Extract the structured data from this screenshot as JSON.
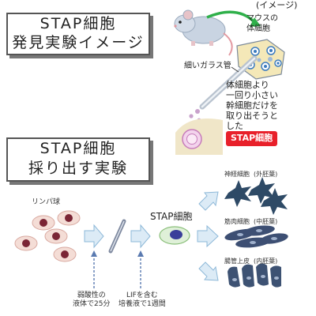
{
  "upper": {
    "title_line1": "STAP細胞",
    "title_line2": "発見実験イメージ",
    "image_caption": "(イメージ)",
    "mouse_body_cell_label": "マウスの\n体細胞",
    "glass_tube_label": "細いガラス管",
    "extraction_note": "体細胞より\n一回り小さい\n幹細胞だけを\n取り出そうと\nした",
    "stap_badge": "STAP細胞"
  },
  "lower": {
    "title_line1": "STAP細胞",
    "title_line2": "採り出す実験",
    "lymphocyte_label": "リンパ球",
    "stap_cell_label": "STAP細胞",
    "acid_step": "弱酸性の\n液体で25分",
    "lif_step": "LIFを含む\n培養液で1週間",
    "outcomes": [
      {
        "name": "神経細胞",
        "layer": "(外胚葉)"
      },
      {
        "name": "筋肉細胞",
        "layer": "(中胚葉)"
      },
      {
        "name": "腸管上皮",
        "layer": "(内胚葉)"
      }
    ]
  },
  "colors": {
    "stap_red": "#e8202a",
    "process_arrow": "#a8cfe8",
    "neuron": "#2e4a66",
    "green_arrow": "#2fb04a"
  }
}
